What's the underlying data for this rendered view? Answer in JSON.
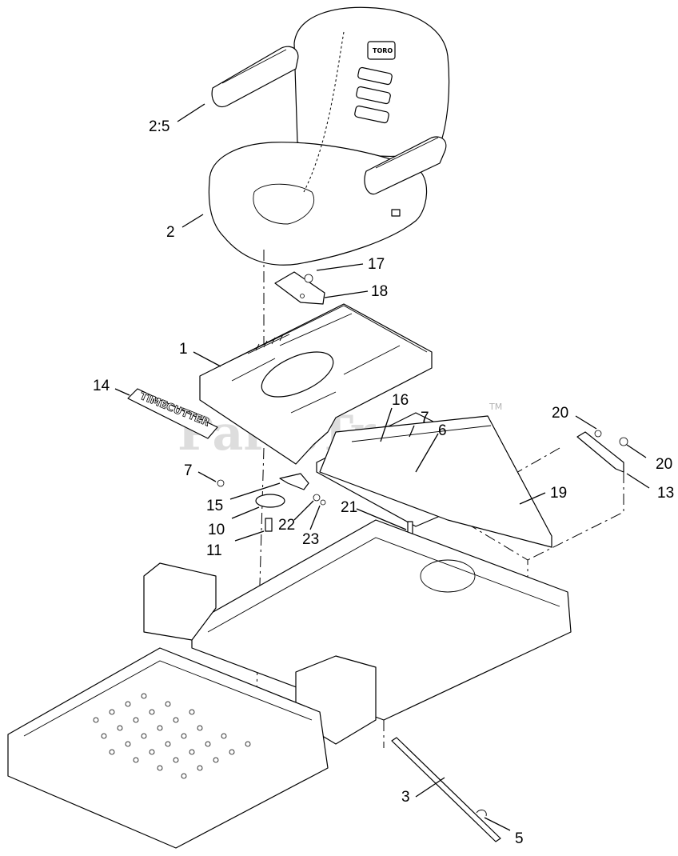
{
  "watermark": {
    "text": "PartsTree",
    "tm": "TM"
  },
  "seat_brand": "TORO",
  "decal_text": "TIMECUTTER",
  "callouts": {
    "c_2_5": "2:5",
    "c_2": "2",
    "c_17": "17",
    "c_18": "18",
    "c_1": "1",
    "c_14": "14",
    "c_16": "16",
    "c_7_upper": "7",
    "c_6": "6",
    "c_20_left": "20",
    "c_20_right": "20",
    "c_13": "13",
    "c_19": "19",
    "c_7_lower": "7",
    "c_15": "15",
    "c_10": "10",
    "c_22": "22",
    "c_21": "21",
    "c_23": "23",
    "c_11": "11",
    "c_3": "3",
    "c_5": "5"
  }
}
